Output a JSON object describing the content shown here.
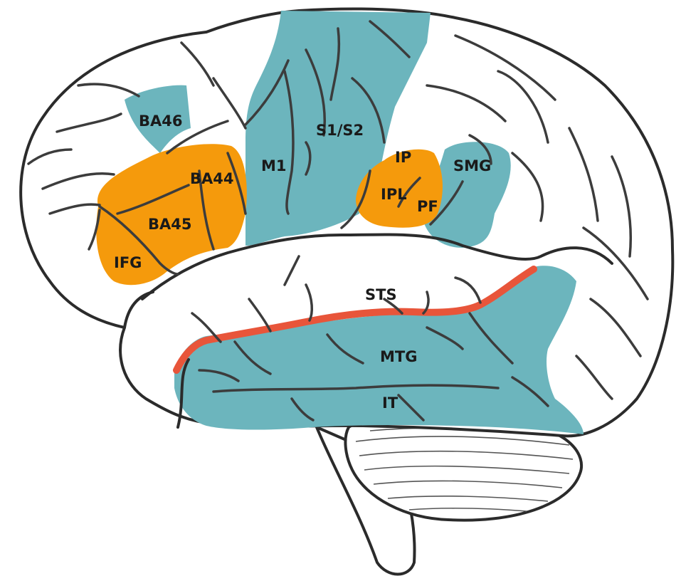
{
  "colors": {
    "teal": "#6cb5bd",
    "orange": "#f59a0c",
    "sulcus_red": "#e8553a",
    "outline": "#2b2b2b",
    "label": "#1a1a1a"
  },
  "labels": {
    "ba46": "BA46",
    "ba44": "BA44",
    "ba45": "BA45",
    "ifg": "IFG",
    "m1": "M1",
    "s1s2": "S1/S2",
    "ip": "IP",
    "ipl": "IPL",
    "pf": "PF",
    "smg": "SMG",
    "sts": "STS",
    "mtg": "MTG",
    "it": "IT"
  }
}
